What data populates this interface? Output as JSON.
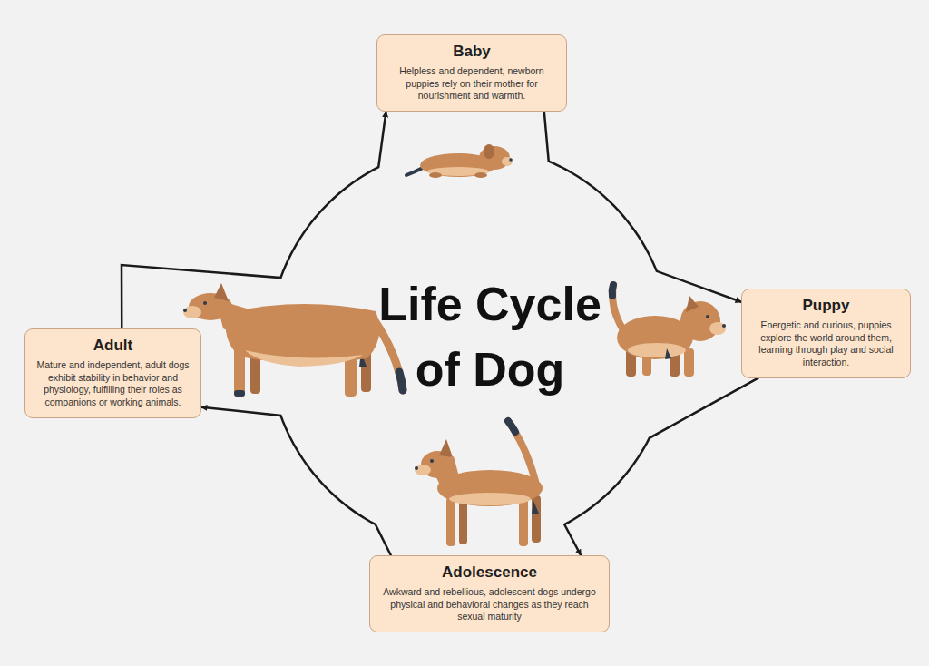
{
  "diagram": {
    "title": "Life Cycle of Dog",
    "nodes": [
      {
        "text": [
          "Baby",
          "Helpless and dependent, newborn puppies rely on their mother for nourishment and warmth."
        ]
      },
      {
        "text": [
          "Puppy",
          "Energetic and curious, puppies explore the world around them, learning through play and social interaction."
        ]
      },
      {
        "text": [
          "Adolescence",
          "Awkward and rebellious, adolescent dogs undergo physical and behavioral changes as they reach sexual maturity"
        ]
      },
      {
        "text": [
          "Adult",
          "Mature and independent, adult dogs exhibit stability in behavior and physiology, fulfilling their roles as companions or working animals."
        ]
      }
    ],
    "edges": [
      {
        "from": 0,
        "to": 1,
        "arrow": "to"
      },
      {
        "from": 1,
        "to": 2,
        "arrow": "to"
      },
      {
        "from": 2,
        "to": 3,
        "arrow": "to"
      },
      {
        "from": 3,
        "to": 0,
        "arrow": "to"
      }
    ]
  }
}
